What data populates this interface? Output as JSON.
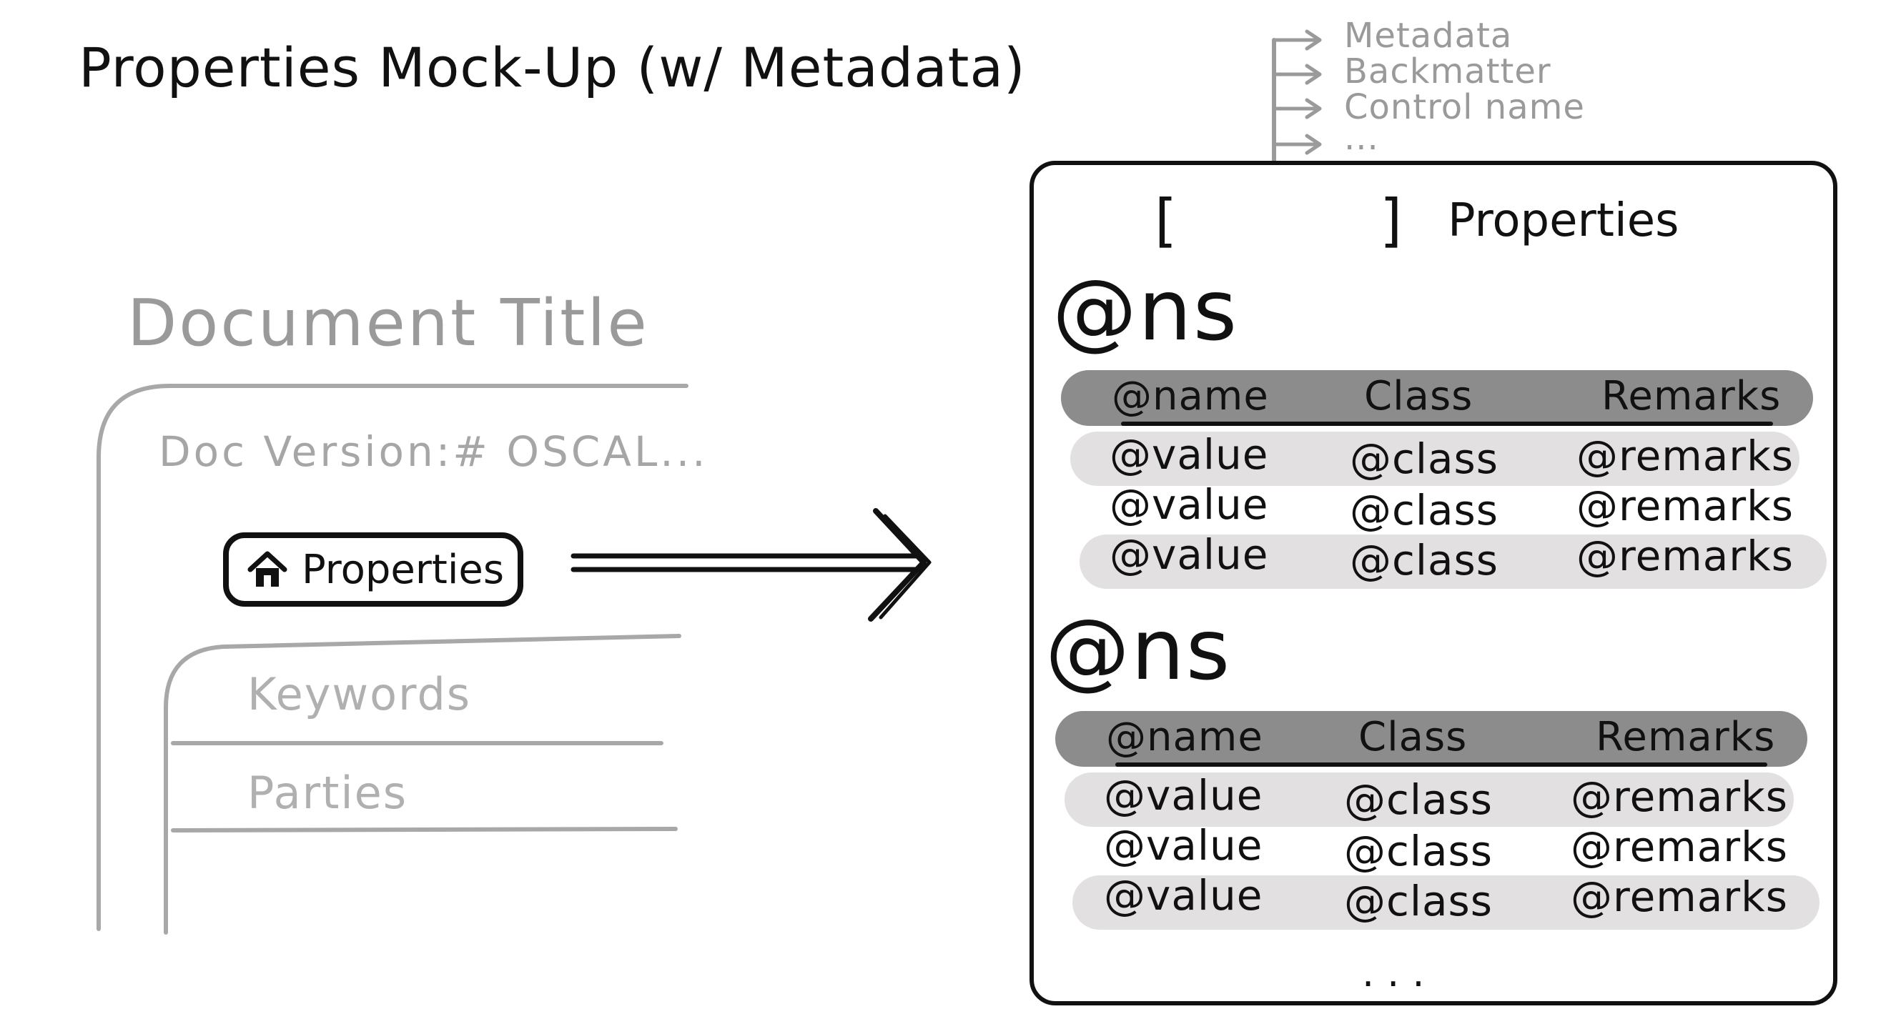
{
  "title": "Properties Mock-Up (w/ Metadata)",
  "document": {
    "title": "Document Title",
    "version_line": "Doc Version:# OSCAL...",
    "properties_button": "Properties",
    "sub_items": [
      "Keywords",
      "Parties"
    ]
  },
  "dropdown_options": [
    "Metadata",
    "Backmatter",
    "Control name",
    "..."
  ],
  "panel": {
    "bracket_open": "[",
    "bracket_close": "]",
    "title": "Properties",
    "sections": [
      {
        "ns": "@ns",
        "headers": [
          "@name",
          "Class",
          "Remarks"
        ],
        "rows": [
          [
            "@value",
            "@class",
            "@remarks"
          ],
          [
            "@value",
            "@class",
            "@remarks"
          ],
          [
            "@value",
            "@class",
            "@remarks"
          ]
        ]
      },
      {
        "ns": "@ns",
        "headers": [
          "@name",
          "Class",
          "Remarks"
        ],
        "rows": [
          [
            "@value",
            "@class",
            "@remarks"
          ],
          [
            "@value",
            "@class",
            "@remarks"
          ],
          [
            "@value",
            "@class",
            "@remarks"
          ]
        ]
      }
    ],
    "more": "..."
  },
  "colors": {
    "ink": "#111111",
    "muted": "#9a9a9a",
    "header_bar": "#8c8c8c",
    "row_bar": "#e2e0e0"
  }
}
